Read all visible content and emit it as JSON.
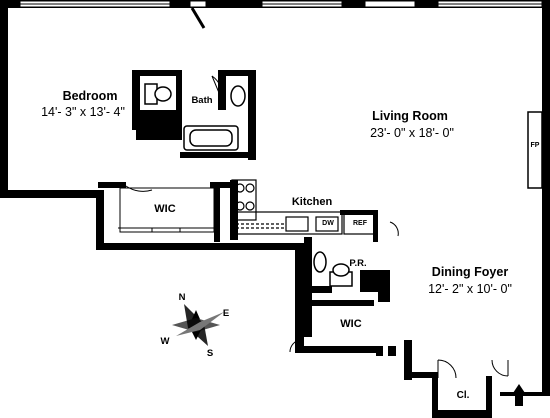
{
  "rooms": {
    "bedroom": {
      "name": "Bedroom",
      "dims": "14'- 3\" x 13'- 4\""
    },
    "living": {
      "name": "Living Room",
      "dims": "23'- 0\" x 18'- 0\""
    },
    "dining": {
      "name": "Dining Foyer",
      "dims": "12'- 2\" x 10'- 0\""
    },
    "kitchen": {
      "name": "Kitchen"
    },
    "bath": {
      "name": "Bath"
    },
    "wic1": {
      "name": "WIC"
    },
    "wic2": {
      "name": "WIC"
    },
    "powder": {
      "name": "P.R."
    },
    "closet": {
      "name": "Cl."
    }
  },
  "fixtures": {
    "fireplace": "FP",
    "dishwasher": "DW",
    "refrigerator": "REF"
  },
  "compass": {
    "north": "N",
    "south": "S",
    "east": "E",
    "west": "W"
  },
  "entry": {
    "icon": "entry-arrow-icon"
  }
}
